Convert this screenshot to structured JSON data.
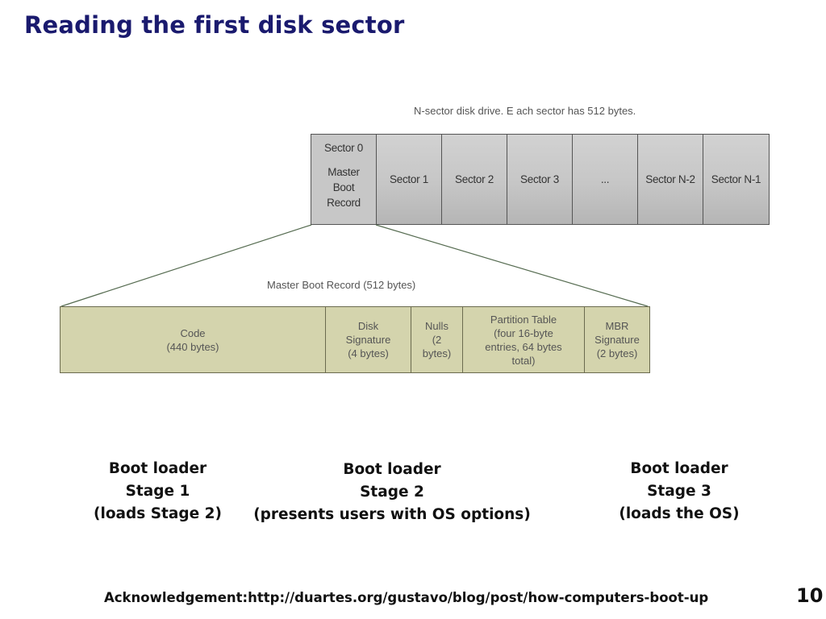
{
  "slide": {
    "title": "Reading the first disk sector",
    "page_number": "10"
  },
  "disk": {
    "caption": "N-sector disk drive. E ach sector has 512 bytes.",
    "sector0": {
      "label": "Sector 0",
      "sublabel": "Master Boot Record"
    },
    "sectors": [
      "Sector 1",
      "Sector 2",
      "Sector 3",
      "...",
      "Sector N-2",
      "Sector N-1"
    ]
  },
  "mbr": {
    "caption": "Master Boot Record (512 bytes)",
    "fields": [
      {
        "lines": [
          "Code",
          "(440 bytes)"
        ]
      },
      {
        "lines": [
          "Disk",
          "Signature",
          "(4 bytes)"
        ]
      },
      {
        "lines": [
          "Nulls",
          "(2",
          "bytes)"
        ]
      },
      {
        "lines": [
          "Partition Table",
          "(four 16-byte",
          "entries, 64 bytes",
          "total)"
        ]
      },
      {
        "lines": [
          "MBR",
          "Signature",
          "(2 bytes)"
        ]
      }
    ]
  },
  "stages": [
    {
      "line1": "Boot loader",
      "line2": "Stage 1",
      "line3": "(loads Stage 2)"
    },
    {
      "line1": "Boot loader",
      "line2": "Stage 2",
      "line3": "(presents users with OS options)"
    },
    {
      "line1": "Boot loader",
      "line2": "Stage 3",
      "line3": "(loads the OS)"
    }
  ],
  "acknowledgement": "Acknowledgement:http://duartes.org/gustavo/blog/post/how-computers-boot-up"
}
